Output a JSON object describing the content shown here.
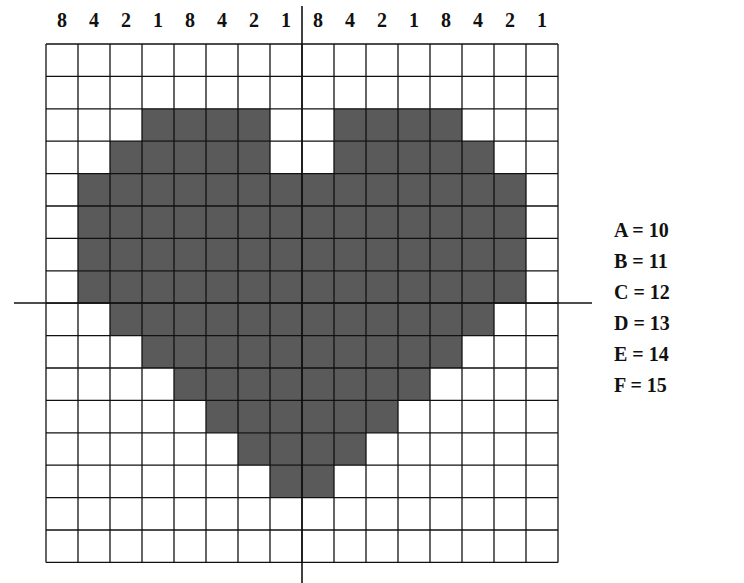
{
  "diagram": {
    "labels": [
      "8",
      "4",
      "2",
      "1",
      "8",
      "4",
      "2",
      "1",
      "8",
      "4",
      "2",
      "1",
      "8",
      "4",
      "2",
      "1",
      "A = 10",
      "B = 11",
      "C = 12",
      "D = 13",
      "E = 14",
      "F = 15"
    ]
  }
}
